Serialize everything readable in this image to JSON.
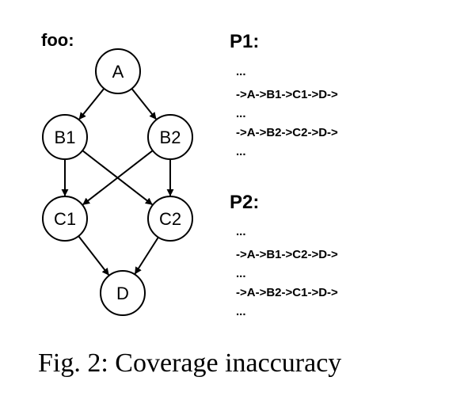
{
  "graph": {
    "title": "foo:",
    "nodes": [
      {
        "id": "A",
        "label": "A"
      },
      {
        "id": "B1",
        "label": "B1"
      },
      {
        "id": "B2",
        "label": "B2"
      },
      {
        "id": "C1",
        "label": "C1"
      },
      {
        "id": "C2",
        "label": "C2"
      },
      {
        "id": "D",
        "label": "D"
      }
    ],
    "edges": [
      {
        "from": "A",
        "to": "B1"
      },
      {
        "from": "A",
        "to": "B2"
      },
      {
        "from": "B1",
        "to": "C1"
      },
      {
        "from": "B1",
        "to": "C2"
      },
      {
        "from": "B2",
        "to": "C1"
      },
      {
        "from": "B2",
        "to": "C2"
      },
      {
        "from": "C1",
        "to": "D"
      },
      {
        "from": "C2",
        "to": "D"
      }
    ]
  },
  "paths": [
    {
      "title": "P1:",
      "lines": [
        "...",
        "->A->B1->C1->D->",
        "...",
        "->A->B2->C2->D->",
        "..."
      ]
    },
    {
      "title": "P2:",
      "lines": [
        "...",
        "->A->B1->C2->D->",
        "...",
        "->A->B2->C1->D->",
        "..."
      ]
    }
  ],
  "caption": "Fig. 2: Coverage inaccuracy"
}
